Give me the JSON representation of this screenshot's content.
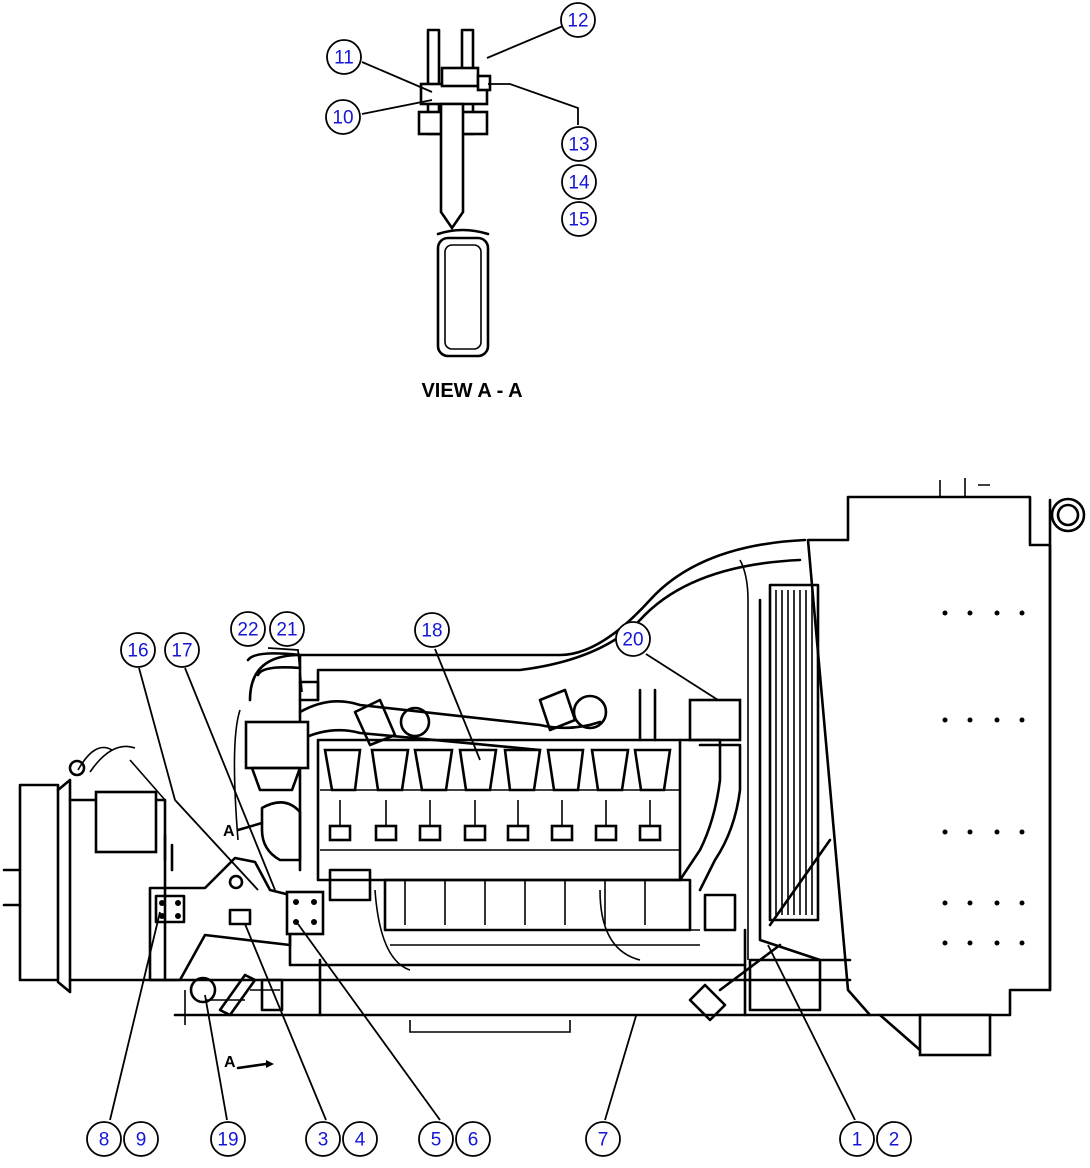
{
  "view_title": "VIEW A - A",
  "section_marks": [
    {
      "label": "A"
    },
    {
      "label": "A"
    }
  ],
  "callouts": [
    {
      "id": "c1",
      "label": "1"
    },
    {
      "id": "c2",
      "label": "2"
    },
    {
      "id": "c3",
      "label": "3"
    },
    {
      "id": "c4",
      "label": "4"
    },
    {
      "id": "c5",
      "label": "5"
    },
    {
      "id": "c6",
      "label": "6"
    },
    {
      "id": "c7",
      "label": "7"
    },
    {
      "id": "c8",
      "label": "8"
    },
    {
      "id": "c9",
      "label": "9"
    },
    {
      "id": "c10",
      "label": "10"
    },
    {
      "id": "c11",
      "label": "11"
    },
    {
      "id": "c12",
      "label": "12"
    },
    {
      "id": "c13",
      "label": "13"
    },
    {
      "id": "c14",
      "label": "14"
    },
    {
      "id": "c15",
      "label": "15"
    },
    {
      "id": "c16",
      "label": "16"
    },
    {
      "id": "c17",
      "label": "17"
    },
    {
      "id": "c18",
      "label": "18"
    },
    {
      "id": "c19",
      "label": "19"
    },
    {
      "id": "c20",
      "label": "20"
    },
    {
      "id": "c21",
      "label": "21"
    },
    {
      "id": "c22",
      "label": "22"
    }
  ],
  "colors": {
    "callout_text": "#1515d6",
    "line": "#000000",
    "background": "#ffffff"
  }
}
